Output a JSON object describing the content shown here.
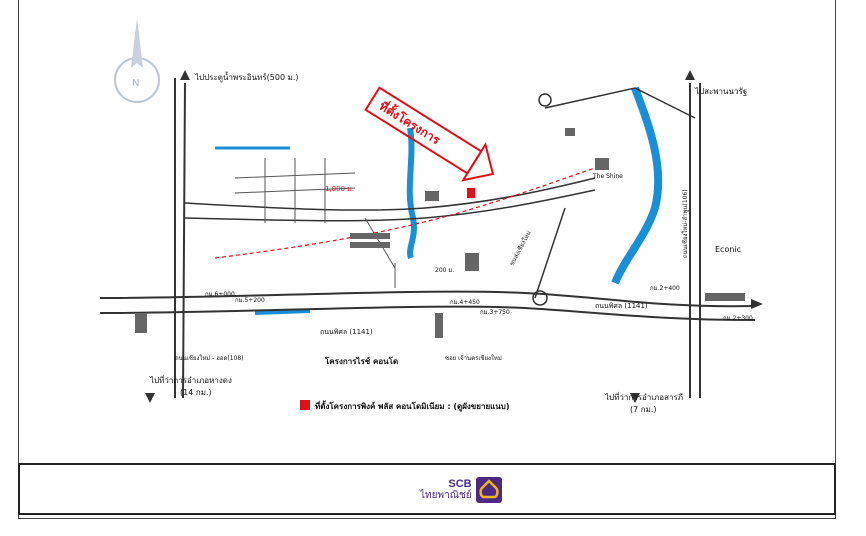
{
  "map": {
    "roads": {
      "left_top": "ไปประตูน้ำพระอินทร์(500 ม.)",
      "right_top": "ไปสะพานนวรัฐ",
      "left_bottom": "ไปที่ว่าการอำเภอหางดง",
      "left_bottom_dist": "(14 กม.)",
      "right_bottom": "ไปที่ว่าการอำเภอสารภี",
      "right_bottom_dist": "(7 กม.)",
      "main_road": "ถนนพิศล (1141)",
      "main_road_right": "ถนนพิศล (1141)"
    },
    "labels": {
      "project_tag": "ที่ตั้งโครงการ",
      "project_name": "โครงการไรช์ คอนโด",
      "soi": "ซอย เจ้านครเชียงใหม่",
      "dist_1000": "1,000 ม.",
      "km_6": "กม.6+000",
      "km_5": "กม.5+200",
      "km_4": "กม.4+450",
      "km_3": "กม.3+750",
      "km_2": "กม.2+400",
      "km_2b": "กม.2+300",
      "dist_200": "200 ม.",
      "the_shine": "The Shine",
      "econic": "Econic",
      "pudu": "ขนส่งเชียงใหม่",
      "hangdong_road": "ถนนเชียงใหม่ - ฮอด(108)",
      "right_vertical": "ถนนเชียงใหม่-ลำพูน(106)"
    },
    "legend_text": "ที่ตั้งโครงการพิงค์ พลัส คอนโดมิเนียม : (ดูผังขยายแนบ)",
    "legend_color": "#e0101a"
  },
  "footer": {
    "logo_scb": "SCB",
    "logo_thai": "ไทยพาณิชย์",
    "brand_color": "#4b2a82",
    "logo_accent": "#f5b21b"
  }
}
